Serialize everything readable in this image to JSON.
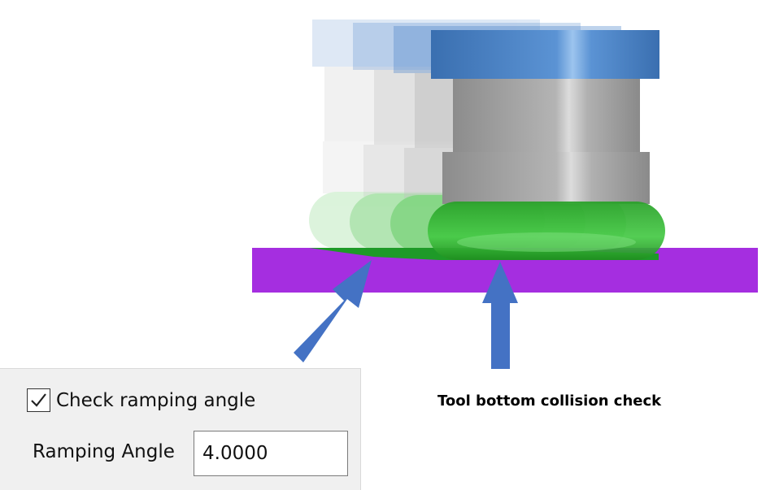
{
  "diagram": {
    "caption": "Tool bottom collision check",
    "colors": {
      "stock": "#a52ee0",
      "holder": "#4d86cb",
      "shank": "#a6a6a6",
      "tool_tip": "#2fb52f",
      "arrow": "#4472c4"
    }
  },
  "panel": {
    "checkbox": {
      "label": "Check ramping angle",
      "checked": true
    },
    "ramping_angle": {
      "label": "Ramping Angle",
      "value": "4.0000"
    }
  }
}
